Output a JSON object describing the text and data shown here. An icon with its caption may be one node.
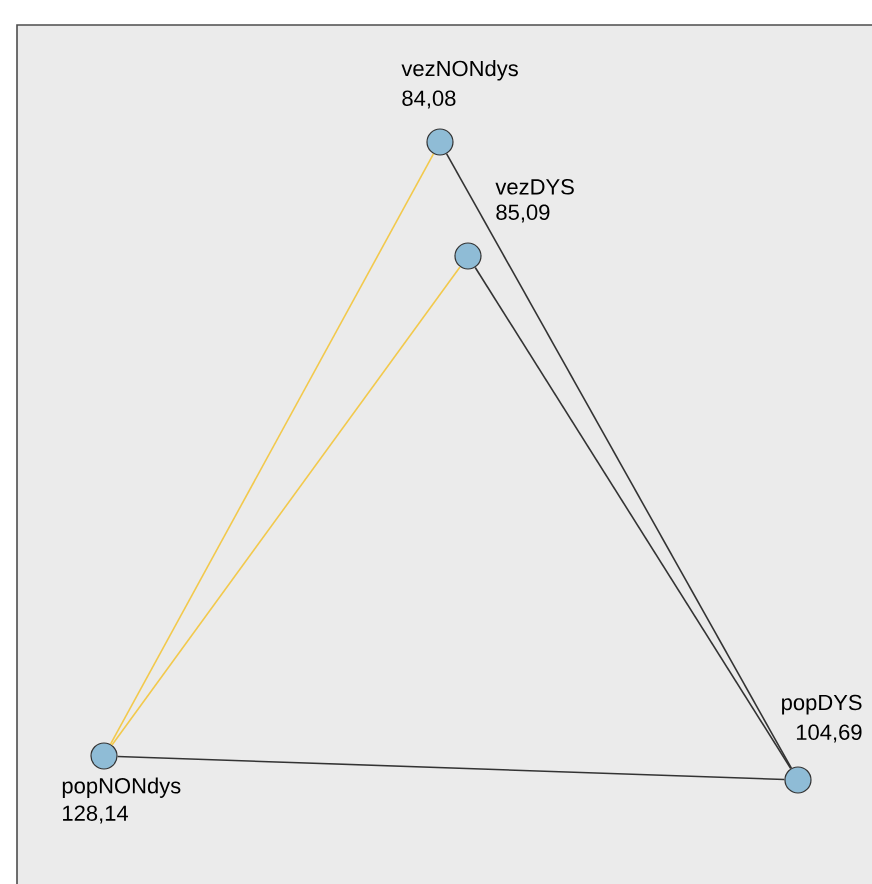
{
  "diagram": {
    "nodes": [
      {
        "text": [
          "vezNONdys",
          "84,08"
        ]
      },
      {
        "text": [
          "vezDYS",
          "85,09"
        ]
      },
      {
        "text": [
          "popNONdys",
          "128,14"
        ]
      },
      {
        "text": [
          "popDYS",
          "104,69"
        ]
      }
    ],
    "edges": [
      {
        "from": 0,
        "to": 2,
        "arrow": "none",
        "color": "#f2c94c"
      },
      {
        "from": 1,
        "to": 2,
        "arrow": "none",
        "color": "#f2c94c"
      },
      {
        "from": 0,
        "to": 3,
        "arrow": "none"
      },
      {
        "from": 1,
        "to": 3,
        "arrow": "none"
      },
      {
        "from": 2,
        "to": 3,
        "arrow": "none"
      }
    ]
  }
}
